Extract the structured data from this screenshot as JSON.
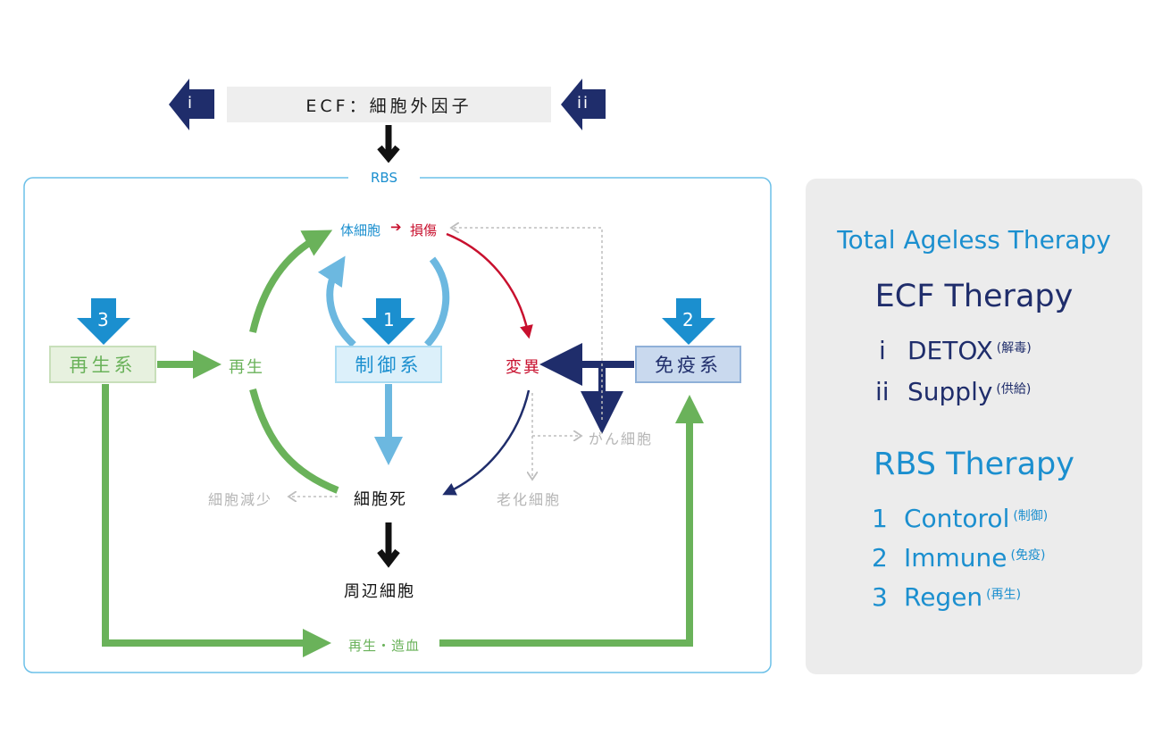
{
  "diagram": {
    "ecf_header": "ECF：細胞外因子",
    "ecf_left_marker": "i",
    "ecf_right_marker": "ii",
    "rbs_label": "RBS",
    "body_cell": "体細胞",
    "damage": "損傷",
    "regen_label": "再生",
    "mutation": "変異",
    "cancer_cell": "がん細胞",
    "aged_cell": "老化細胞",
    "cell_decrease": "細胞減少",
    "cell_death": "細胞死",
    "peripheral_cells": "周辺細胞",
    "regen_hematopoiesis": "再生・造血",
    "systems": {
      "regen": {
        "label": "再生系",
        "number": "3"
      },
      "control": {
        "label": "制御系",
        "number": "1"
      },
      "immune": {
        "label": "免疫系",
        "number": "2"
      }
    },
    "colors": {
      "navy": "#1f2d6b",
      "blue": "#1b8fcf",
      "light_blue": "#6cb8e0",
      "green": "#6ab25a",
      "red": "#c8102e",
      "gray": "#bdbdbd"
    }
  },
  "panel": {
    "title": "Total Ageless Therapy",
    "ecf_heading": "ECF Therapy",
    "ecf_items": [
      {
        "num": "i",
        "label": "DETOX",
        "sub": "(解毒)"
      },
      {
        "num": "ii",
        "label": "Supply",
        "sub": "(供給)"
      }
    ],
    "rbs_heading": "RBS Therapy",
    "rbs_items": [
      {
        "num": "1",
        "label": "Contorol",
        "sub": "(制御)"
      },
      {
        "num": "2",
        "label": "Immune",
        "sub": "(免疫)"
      },
      {
        "num": "3",
        "label": "Regen",
        "sub": "(再生)"
      }
    ]
  }
}
